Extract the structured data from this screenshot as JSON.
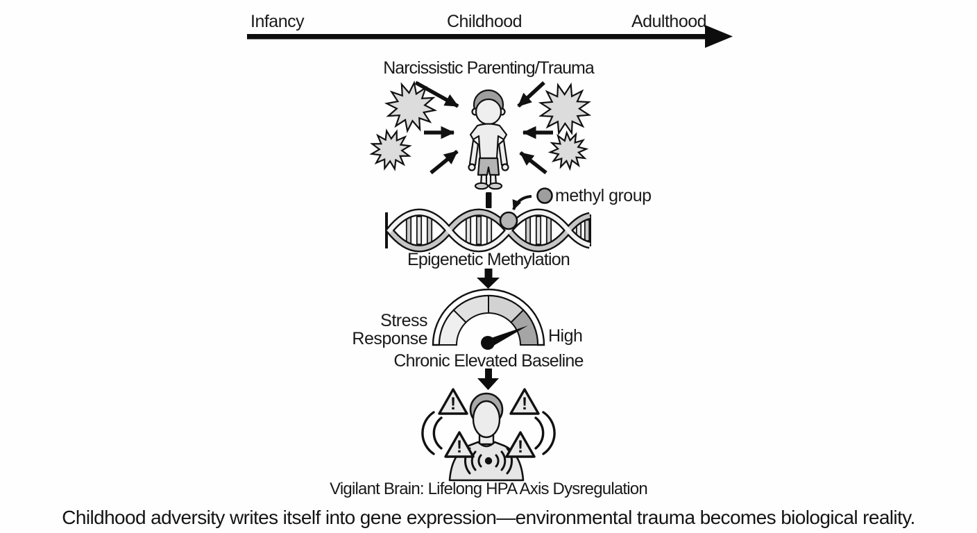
{
  "diagram": {
    "timeline": {
      "infancy": "Infancy",
      "childhood": "Childhood",
      "adulthood": "Adulthood"
    },
    "trauma_label": "Narcissistic Parenting/Trauma",
    "methyl_legend": "methyl group",
    "dna_caption": "Epigenetic Methylation",
    "gauge": {
      "left_label": [
        "Stress",
        "Response"
      ],
      "right_label": "High",
      "caption": "Chronic Elevated Baseline"
    },
    "vigilant": {
      "caption": "Vigilant Brain: Lifelong HPA Axis Dysregulation",
      "warning_glyph": "!"
    },
    "footer_caption": "Childhood adversity writes itself into gene expression—environmental trauma becomes biological reality."
  },
  "colors": {
    "background": "#fefefe",
    "ink": "#111111",
    "figure_light": "#ededed",
    "figure_mid": "#b5b5b5",
    "hair_gray": "#9e9e9e",
    "starburst_fill": "#dcdcdc",
    "methyl_fill": "#9e9e9e",
    "gauge_segments": [
      "#efefef",
      "#e1e1e1",
      "#d2d2d2",
      "#a5a5a5"
    ]
  }
}
